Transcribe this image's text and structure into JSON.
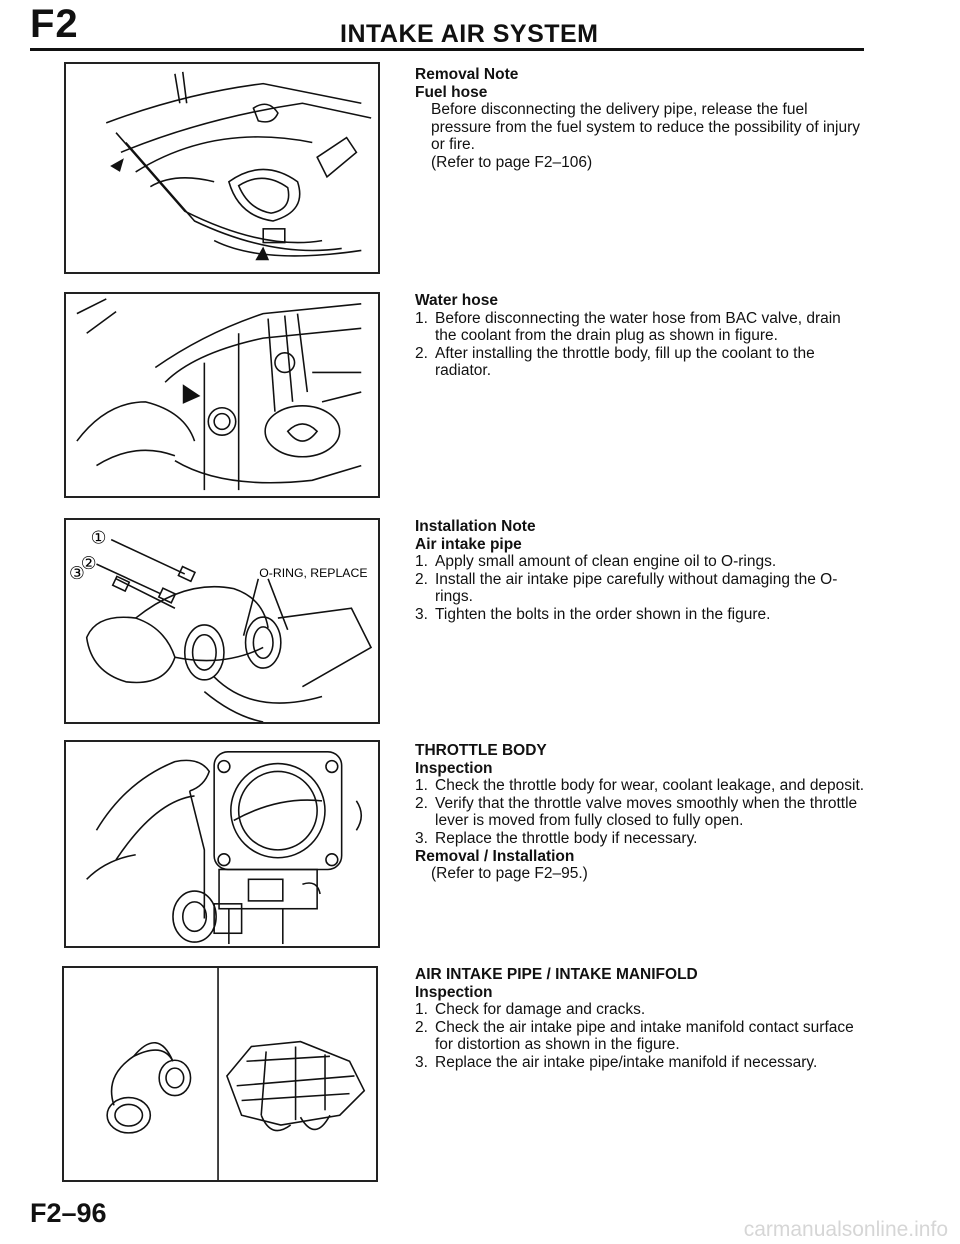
{
  "header": {
    "section_code": "F2",
    "title": "INTAKE AIR SYSTEM"
  },
  "sections": [
    {
      "heading": "Removal Note",
      "subheading": "Fuel hose",
      "paragraphs": [
        "Before disconnecting the delivery pipe, release the fuel pressure from the fuel system to reduce the possibility of injury or fire.",
        "(Refer to page F2–106)"
      ]
    },
    {
      "subheading": "Water hose",
      "items": [
        "Before disconnecting the water hose from BAC valve, drain the coolant from the drain plug as shown in figure.",
        "After installing the throttle body, fill up the coolant to the radiator."
      ]
    },
    {
      "heading": "Installation Note",
      "subheading": "Air intake pipe",
      "items": [
        "Apply small amount of clean engine oil to O-rings.",
        "Install the air intake pipe carefully without damaging the O-rings.",
        "Tighten the bolts in the order shown in the figure."
      ]
    },
    {
      "heading": "THROTTLE BODY",
      "subheading": "Inspection",
      "items": [
        "Check the throttle body for wear, coolant leakage, and deposit.",
        "Verify that the throttle valve moves smoothly when the throttle lever is moved from fully closed to fully open.",
        "Replace the throttle body if necessary."
      ],
      "subheading2": "Removal / Installation",
      "paragraph2": "(Refer to page F2–95.)"
    },
    {
      "heading": "AIR INTAKE PIPE / INTAKE MANIFOLD",
      "subheading": "Inspection",
      "items": [
        "Check for damage and cracks.",
        "Check the air intake pipe and intake manifold contact surface for distortion as shown in the figure.",
        "Replace the air intake pipe/intake manifold if necessary."
      ]
    }
  ],
  "figures": {
    "oring_callout": "O-RING, REPLACE",
    "bolt_order": [
      "①",
      "②",
      "③"
    ]
  },
  "numbers": [
    "1.",
    "2.",
    "3."
  ],
  "footer": {
    "page_number": "F2–96"
  },
  "watermark": "carmanualsonline.info"
}
